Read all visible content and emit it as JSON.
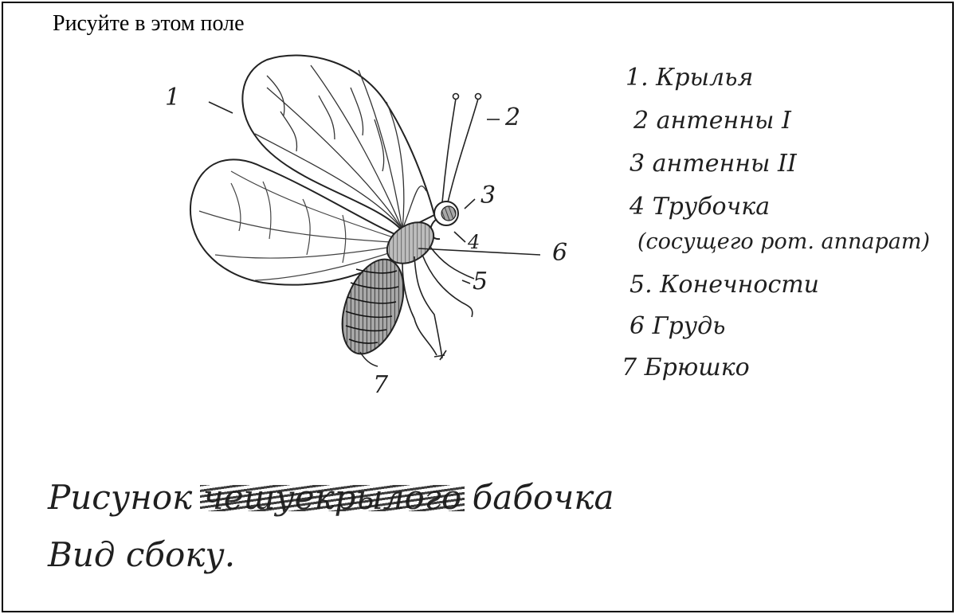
{
  "page": {
    "printed_title": "Рисуйте в этом поле"
  },
  "labels": {
    "n1": "1",
    "n2": "2",
    "n3": "3",
    "n4": "4",
    "n5": "5",
    "n6": "6",
    "n7": "7"
  },
  "legend": [
    "1. Крылья",
    "2 антенны I",
    "3 антенны II",
    "4 Трубочка",
    "(сосущего рот. аппарат)",
    "5. Конечности",
    "6 Грудь",
    "7 Брюшко"
  ],
  "caption": {
    "line1_start": "Рисунок",
    "line1_struck": "чешуекрылого",
    "line1_end": "бабочка",
    "line2": "Вид сбоку."
  },
  "colors": {
    "ink": "#1f1f1f",
    "border": "#000000",
    "shading": "#9a9a9a"
  }
}
